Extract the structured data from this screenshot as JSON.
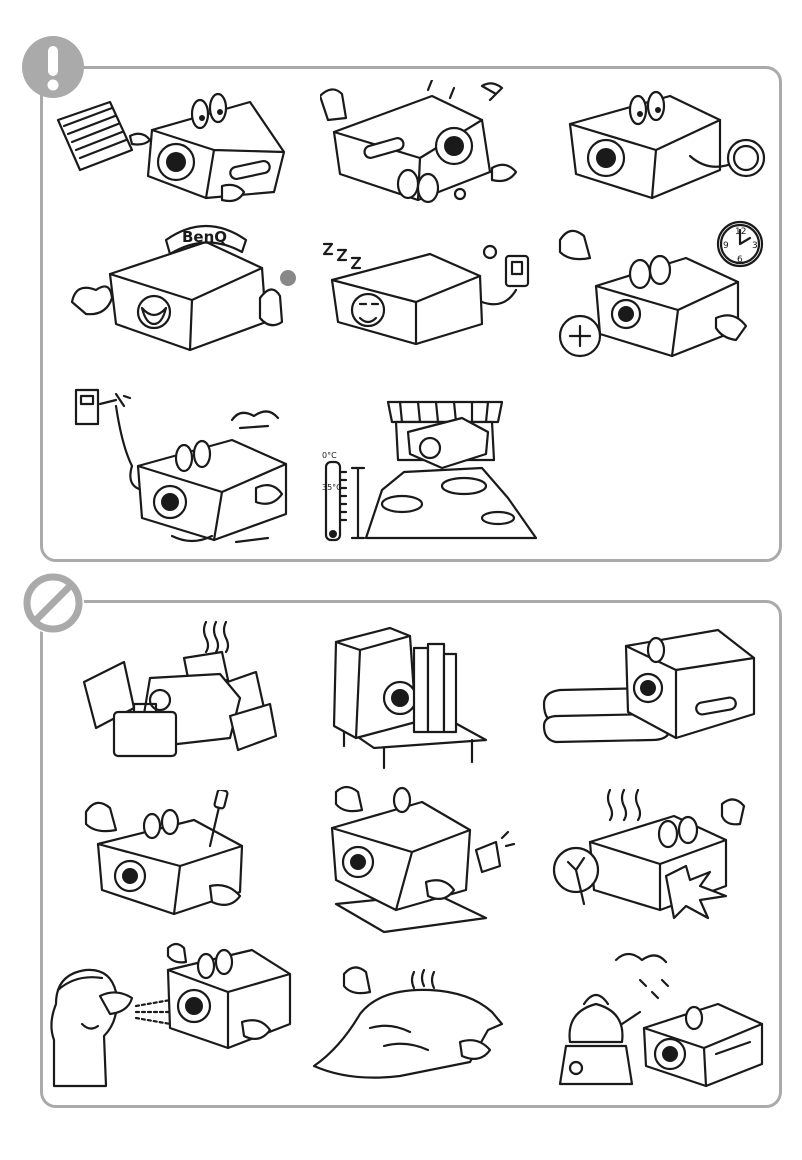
{
  "colors": {
    "frame": "#aaaaaa",
    "badge": "#aaaaaa",
    "ink": "#1a1a1a"
  },
  "icons": {
    "caution": "exclamation-icon",
    "prohibited": "prohibition-icon"
  },
  "do_section": {
    "brand_text": "BenQ",
    "clock_numbers": [
      "12",
      "3",
      "6",
      "9"
    ],
    "thermometer_marks": [
      "0°C",
      "35°C"
    ]
  }
}
